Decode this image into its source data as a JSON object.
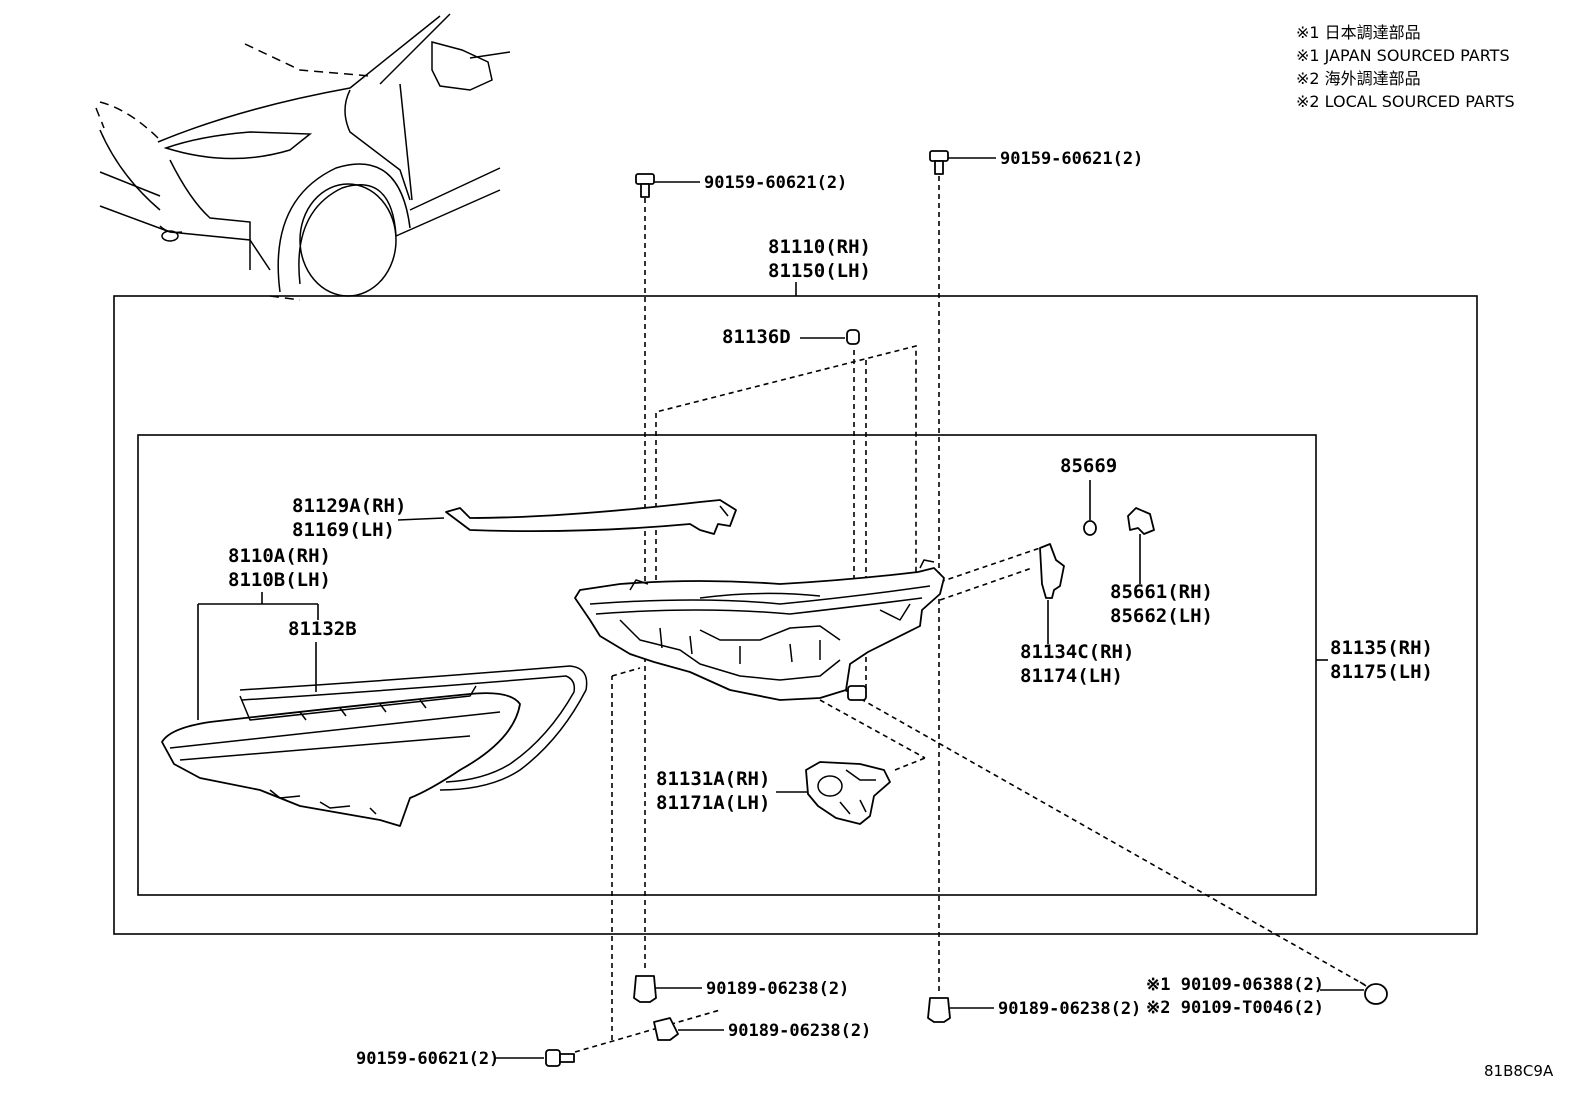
{
  "notes": [
    "※1 日本調達部品",
    "※1 JAPAN SOURCED PARTS",
    "※2 海外調達部品",
    "※2 LOCAL SOURCED PARTS"
  ],
  "figure_id": "81B8C9A",
  "labels": {
    "bolt_top_left": "90159-60621(2)",
    "bolt_top_right": "90159-60621(2)",
    "assy_rh": "81110(RH)",
    "assy_lh": "81150(LH)",
    "p81136d": "81136D",
    "p85669": "85669",
    "trim_rh": "81129A(RH)",
    "trim_lh": "81169(LH)",
    "lens_rh": "8110A(RH)",
    "lens_lh": "8110B(LH)",
    "gasket": "81132B",
    "p85661": "85661(RH)",
    "p85662": "85662(LH)",
    "bracket_rh": "81134C(RH)",
    "bracket_lh": "81174(LH)",
    "housing_rh": "81135(RH)",
    "housing_lh": "81175(LH)",
    "module_rh": "81131A(RH)",
    "module_lh": "81171A(LH)",
    "clip_a": "90189-06238(2)",
    "clip_b": "90189-06238(2)",
    "clip_c": "90189-06238(2)",
    "screw_jp": "※1 90109-06388(2)",
    "screw_local": "※2 90109-T0046(2)",
    "bolt_bottom": "90159-60621(2)"
  }
}
